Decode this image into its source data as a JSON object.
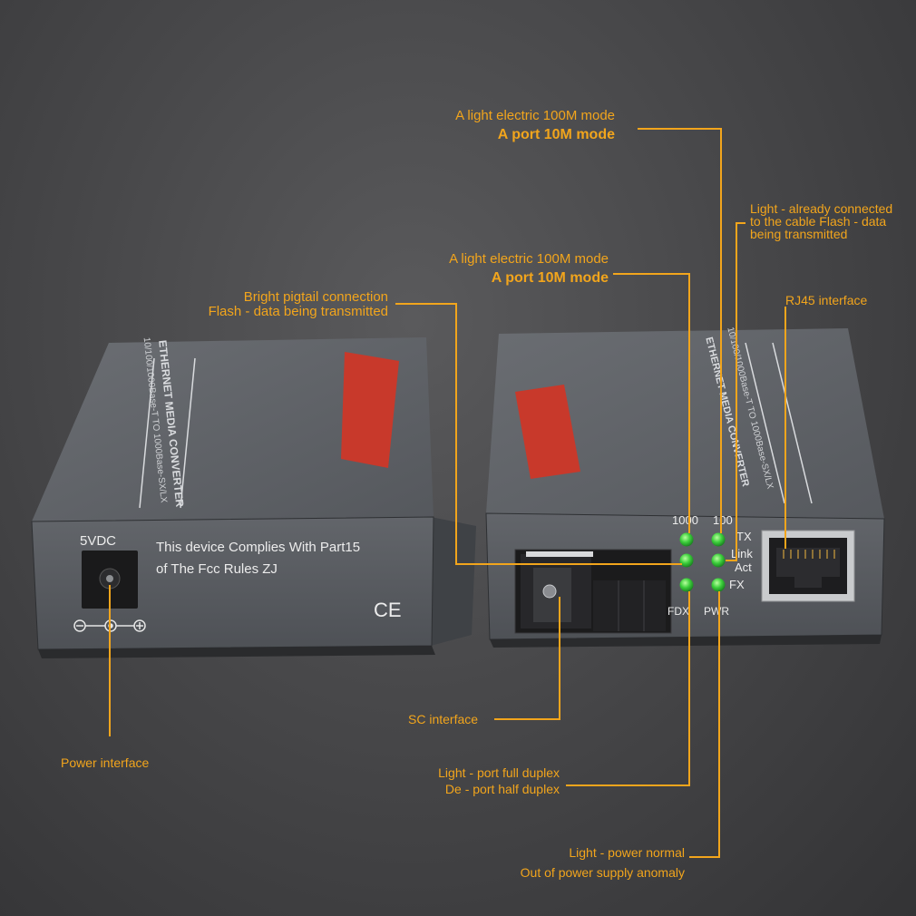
{
  "left_device": {
    "voltage_label": "5VDC",
    "compliance_line1": "This device Complies With Part15",
    "compliance_line2": "of The Fcc Rules ZJ",
    "ce_mark": "CE",
    "top_label": "ETHERNET MEDIA CONVERTER",
    "top_spec": "10/100/1000Base-T TO 1000Base-SX/LX"
  },
  "right_device": {
    "led_labels": {
      "l1000": "1000",
      "l100": "100",
      "tx": "TX",
      "link": "Link",
      "act": "Act",
      "fx": "FX",
      "fdx": "FDX",
      "pwr": "PWR"
    },
    "top_label": "ETHERNET MEDIA CONVERTER",
    "top_spec": "10/100/1000Base-T TO 1000Base-SX/LX"
  },
  "annotations": {
    "led_100_line1": "A light electric 100M mode",
    "led_100_line2": "A port 10M mode",
    "led_link_line1": "Light - already connected",
    "led_link_line2": "to  the  cable Flash - data",
    "led_link_line3": "being transmitted",
    "led_1000_line1": "A light electric 100M mode",
    "led_1000_line2": "A port 10M mode",
    "rj45": "RJ45 interface",
    "pigtail_line1": "Bright pigtail connection",
    "pigtail_line2": "Flash - data being transmitted",
    "sc": "SC interface",
    "power": "Power interface",
    "fdx_line1": "Light - port full duplex",
    "fdx_line2": "De - port half duplex",
    "pwr_line1": "Light - power normal",
    "pwr_line2": "Out of power supply anomaly"
  },
  "colors": {
    "annotation": "#f2a51c",
    "device_body": "#5e6166",
    "led_green": "#2fc23a",
    "label_red": "#c8392b"
  }
}
